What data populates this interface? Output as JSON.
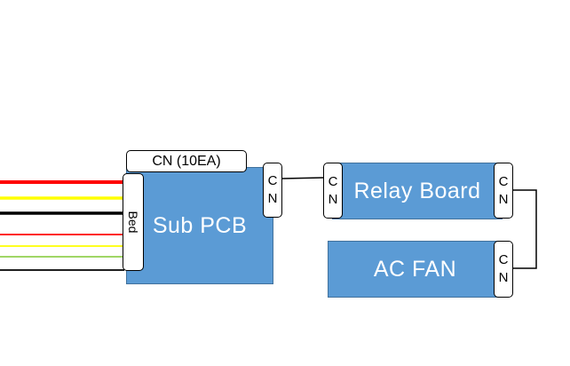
{
  "blocks": {
    "sub_pcb": "Sub PCB",
    "relay_board": "Relay Board",
    "ac_fan": "AC FAN"
  },
  "connectors": {
    "cn_10ea": "CN (10EA)",
    "bed": "Bed",
    "sub_pcb_cn": [
      "C",
      "N"
    ],
    "relay_left_cn": [
      "C",
      "N"
    ],
    "relay_right_cn": [
      "C",
      "N"
    ],
    "fan_cn": [
      "C",
      "N"
    ]
  },
  "wires": {
    "colors": [
      "#ff0000",
      "#ffff00",
      "#000000",
      "#ff0000",
      "#ffff00",
      "#92d050",
      "#000000"
    ]
  }
}
